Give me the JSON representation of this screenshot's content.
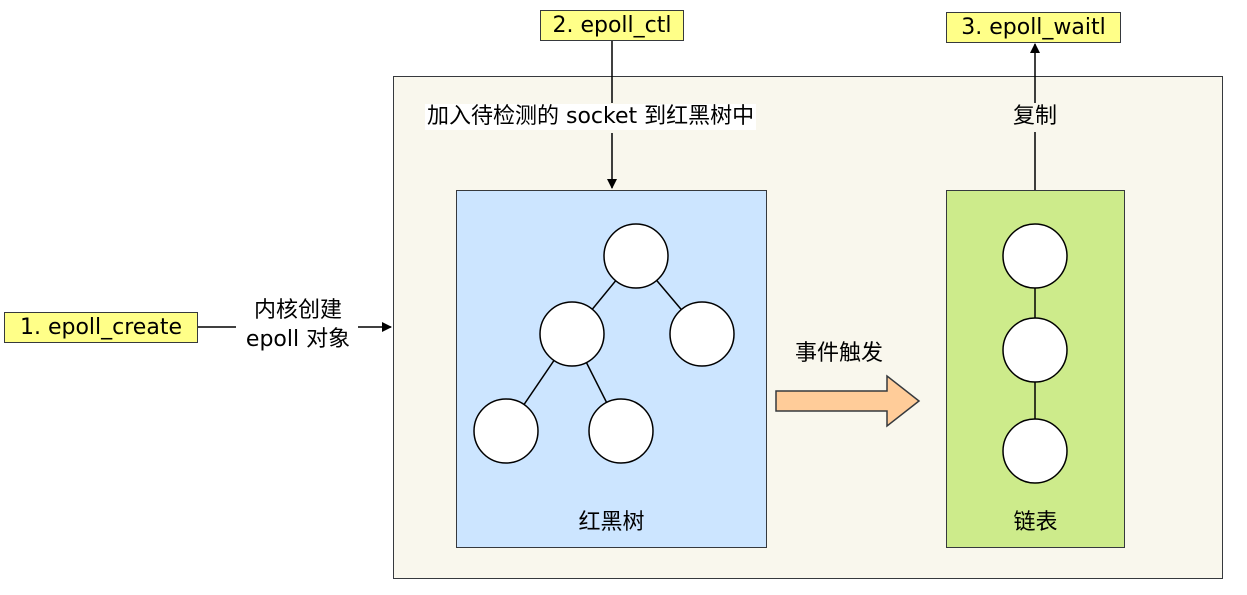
{
  "steps": {
    "create": "1. epoll_create",
    "ctl": "2. epoll_ctl",
    "wait": "3. epoll_waitl"
  },
  "edge_labels": {
    "kernel_create_line1": "内核创建",
    "kernel_create_line2": "epoll 对象",
    "add_socket": "加入待检测的 socket 到红黑树中",
    "copy": "复制",
    "event_trigger": "事件触发"
  },
  "structures": {
    "red_black_tree": "红黑树",
    "linked_list": "链表"
  },
  "colors": {
    "label_fill": "#ffff88",
    "container_fill": "#f9f7ed",
    "tree_fill": "#cce5ff",
    "list_fill": "#cdeb8b",
    "arrow_fill": "#ffcc99"
  }
}
